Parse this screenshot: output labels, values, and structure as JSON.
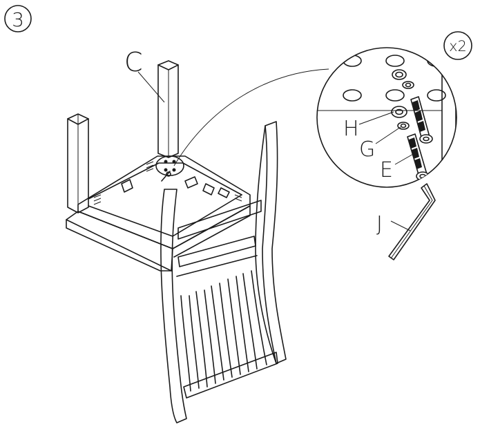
{
  "step": {
    "number": "3"
  },
  "labels": {
    "C": "C",
    "H": "H",
    "G": "G",
    "E": "E",
    "J": "J"
  },
  "quantity": "x2",
  "colors": {
    "line": "#1a1a1a",
    "background": "#ffffff"
  }
}
